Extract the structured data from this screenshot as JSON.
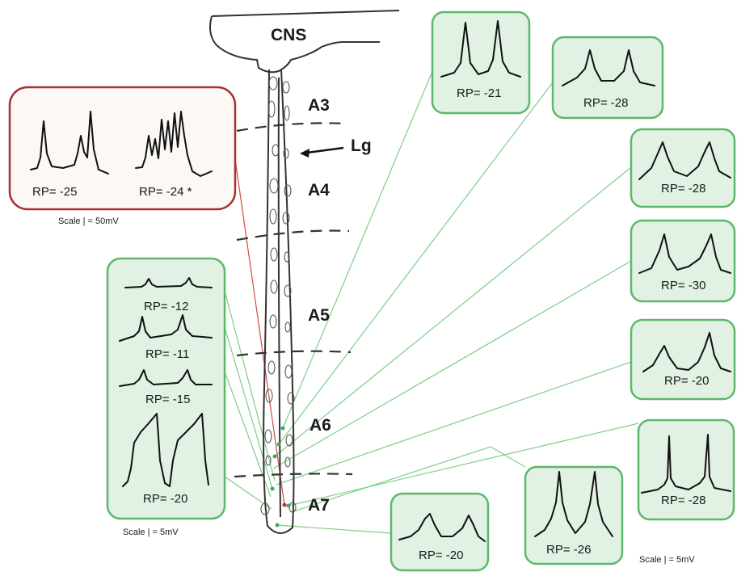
{
  "diagram": {
    "cns_label": "CNS",
    "lg_label": "Lg",
    "segments": [
      "A3",
      "A4",
      "A5",
      "A6",
      "A7"
    ],
    "red_panel": {
      "traces": [
        {
          "label": "RP= -25"
        },
        {
          "label": "RP= -24 *"
        }
      ],
      "scale": "Scale | = 50mV"
    },
    "left_panel": {
      "traces": [
        {
          "label": "RP= -12"
        },
        {
          "label": "RP= -11"
        },
        {
          "label": "RP= -15"
        },
        {
          "label": "RP= -20"
        }
      ],
      "scale": "Scale | = 5mV"
    },
    "right_panels": [
      {
        "label": "RP= -21"
      },
      {
        "label": "RP= -28"
      },
      {
        "label": "RP= -28"
      },
      {
        "label": "RP= -30"
      },
      {
        "label": "RP= -20"
      },
      {
        "label": "RP= -28"
      },
      {
        "label": "RP= -26"
      },
      {
        "label": "RP= -20"
      }
    ],
    "right_scale": "Scale | = 5mV",
    "colors": {
      "green_border": "#5cb86a",
      "green_fill": "#e1f1e3",
      "red_border": "#a83232",
      "green_line": "#7ccf86",
      "red_line": "#d04a4a"
    }
  }
}
